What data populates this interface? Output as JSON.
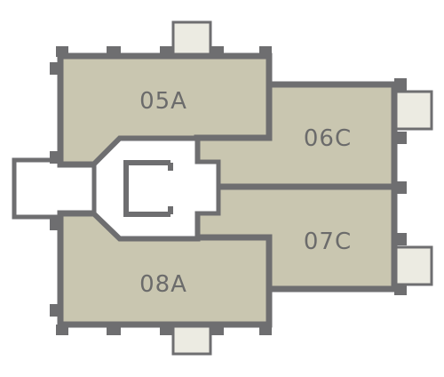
{
  "floor_plan": {
    "units": [
      {
        "id": "05A",
        "label": "05A"
      },
      {
        "id": "06C",
        "label": "06C"
      },
      {
        "id": "07C",
        "label": "07C"
      },
      {
        "id": "08A",
        "label": "08A"
      }
    ],
    "colors": {
      "unit_fill": "#c9c6b0",
      "wall": "#6e6e70",
      "balcony_fill": "#ecebe2",
      "core_fill": "#ffffff",
      "label": "#6b6b6b"
    }
  }
}
